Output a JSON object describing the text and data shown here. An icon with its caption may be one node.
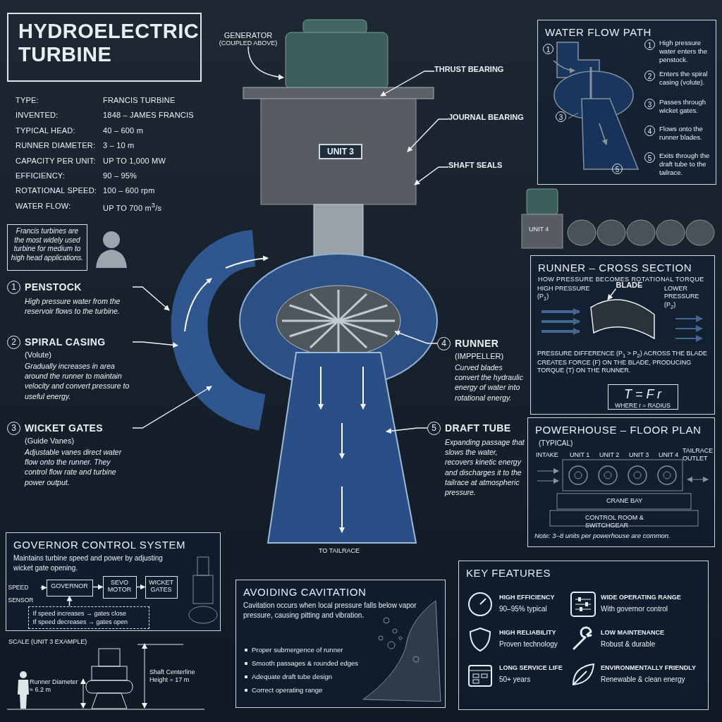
{
  "diagram": {
    "title": "HYDROELECTRIC TURBINE",
    "nodes": [
      {
        "text": [
          "Francis turbines are the most widely used turbine for medium to high head applications."
        ]
      },
      {
        "text": [
          "GENERATOR",
          "(COUPLED ABOVE)"
        ]
      },
      {
        "text": [
          "THRUST BEARING"
        ]
      },
      {
        "text": [
          "JOURNAL BEARING"
        ]
      },
      {
        "text": [
          "SHAFT SEALS"
        ]
      },
      {
        "text": [
          "1",
          "PENSTOCK",
          "High pressure water from the reservoir flows to the turbine."
        ]
      },
      {
        "text": [
          "2",
          "SPIRAL CASING",
          "(Volute)",
          "Gradually increases in area around the runner to maintain velocity and convert pressure to useful energy."
        ]
      },
      {
        "text": [
          "3",
          "WICKET GATES",
          "(Guide Vanes)",
          "Adjustable vanes direct water flow onto the runner. They control flow rate and turbine power output."
        ]
      },
      {
        "text": [
          "4",
          "RUNNER",
          "(IMPPELLER)",
          "Curved blades convert the hydraulic energy of water into rotational energy."
        ]
      },
      {
        "text": [
          "5",
          "DRAFT TUBE",
          "Expanding passage that slows the water, recovers kinetic energy and discharges it to the tailrace at atmospheric pressure."
        ]
      },
      {
        "text": [
          "WATER FLOW PATH"
        ]
      },
      {
        "text": [
          "RUNNER – CROSS SECTION",
          "HOW PRESSURE BECOMES ROTATIONAL TORQUE"
        ]
      },
      {
        "text": [
          "BLADE"
        ],
        "in": 11
      },
      {
        "text": [
          "T = F r",
          "WHERE r = RADIUS"
        ],
        "in": 11
      },
      {
        "text": [
          "POWERHOUSE – FLOOR PLAN",
          "(TYPICAL)"
        ]
      },
      {
        "text": [
          "GOVERNOR CONTROL SYSTEM",
          "Maintains turbine speed and power by adjusting wicket gate opening."
        ]
      },
      {
        "text": [
          "SPEED SENSOR"
        ],
        "in": 15
      },
      {
        "text": [
          "GOVERNOR"
        ],
        "in": 15
      },
      {
        "text": [
          "SEVO MOTOR"
        ],
        "in": 15
      },
      {
        "text": [
          "WICKET GATES"
        ],
        "in": 15
      },
      {
        "text": [
          "If speed increases → gates close",
          "If speed decreases → gates open"
        ],
        "in": 15
      },
      {
        "text": [
          "AVOIDING CAVITATION",
          "Cavitation occurs when local pressure falls below vapor pressure, causing pitting and vibration."
        ]
      },
      {
        "text": [
          "KEY FEATURES"
        ]
      },
      {
        "text": [],
        "shape": "picture",
        "in": 11
      }
    ],
    "edges": [
      {
        "from": 1,
        "to": null,
        "arrow": "to"
      },
      {
        "from": 2,
        "to": null,
        "arrow": "to"
      },
      {
        "from": 3,
        "to": null,
        "arrow": "to"
      },
      {
        "from": 4,
        "to": null,
        "arrow": "to"
      },
      {
        "from": 5,
        "to": null,
        "arrow": "to"
      },
      {
        "from": 6,
        "to": null,
        "arrow": "to"
      },
      {
        "from": 7,
        "to": null,
        "arrow": "to"
      },
      {
        "from": 8,
        "to": null,
        "arrow": "to"
      },
      {
        "from": 9,
        "to": null,
        "arrow": "to"
      },
      {
        "from": 12,
        "to": 23,
        "arrow": "to"
      },
      {
        "from": 16,
        "to": 17,
        "arrow": "to"
      },
      {
        "from": 17,
        "to": 18,
        "arrow": "to"
      },
      {
        "from": 18,
        "to": 19,
        "arrow": "to"
      },
      {
        "from": 20,
        "to": 17,
        "arrow": "to"
      }
    ],
    "labels": [
      "TYPE:",
      "FRANCIS TURBINE",
      "INVENTED:",
      "1848 – JAMES FRANCIS",
      "TYPICAL HEAD:",
      "40 – 600 m",
      "RUNNER DIAMETER:",
      "3 – 10 m",
      "CAPACITY PER UNIT:",
      "UP TO 1,000 MW",
      "EFFICIENCY:",
      "90 – 95%",
      "ROTATIONAL SPEED:",
      "100 – 600 rpm",
      "WATER FLOW:",
      "UP TO 700 m$^{3}$/s",
      "UNIT 3",
      "UNIT 4",
      "TO TAILRACE",
      "1",
      "3",
      "5",
      "1",
      "High pressure water enters the penstock.",
      "2",
      "Enters the spiral casing (volute).",
      "3",
      "Passes through wicket gates.",
      "4",
      "Flows onto the runner blades.",
      "5",
      "Exits through the draft tube to the tailrace.",
      "HIGH PRESSURE (P$_{1}$)",
      "LOWER PRESSURE (P$_{2}$)",
      "PRESSURE DIFFERENCE (P$_{1}$ > P$_{2}$) ACROSS THE BLADE CREATES FORCE (F) ON THE BLADE, PRODUCING TORQUE (T) ON THE RUNNER.",
      "INTAKE",
      "UNIT 1",
      "UNIT 2",
      "UNIT 3",
      "UNIT 4",
      "TAILRACE OUTLET",
      "CRANE BAY",
      "CONTROL ROOM & SWITCHGEAR",
      "Note: 3–8 units per powerhouse are common.",
      "SCALE (UNIT 3 EXAMPLE)",
      "Runner Diameter ≈ 6.2 m",
      "Shaft Centerline Height = 17 m",
      "Proper submergence of runner",
      "Smooth passages & rounded edges",
      "Adequate draft tube design",
      "Correct operating range",
      "HIGH EFFICIENCY",
      "90–95% typical",
      "WIDE OPERATING RANGE",
      "With governor control",
      "HIGH RELIABILITY",
      "Proven technology",
      "LOW MAINTENANCE",
      "Robust & durable",
      "LONG SERVICE LIFE",
      "50+ years",
      "ENVIRONMENTALLY FRIENDLY",
      "Renewable & clean energy"
    ]
  }
}
